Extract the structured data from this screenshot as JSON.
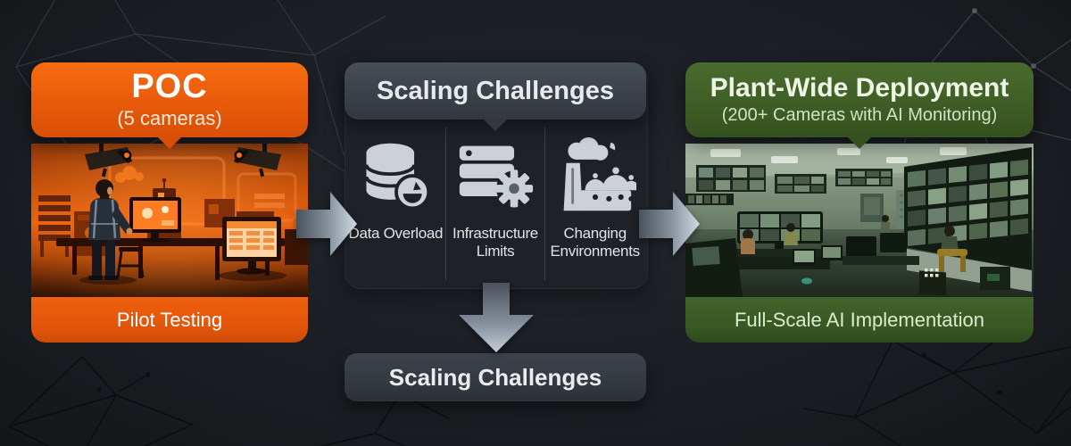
{
  "poc": {
    "title": "POC",
    "subtitle": "(5 cameras)",
    "caption": "Pilot Testing",
    "illustration": "orange control room with two cctv cameras, operator and monitors"
  },
  "challenges": {
    "title": "Scaling Challenges",
    "items": [
      {
        "icon": "database-overload-icon",
        "label": "Data Overload"
      },
      {
        "icon": "server-gear-icon",
        "label": "Infrastructure Limits"
      },
      {
        "icon": "factory-cloud-icon",
        "label": "Changing Environments"
      }
    ],
    "result_label": "Scaling Challenges"
  },
  "deployment": {
    "title": "Plant-Wide Deployment",
    "subtitle": "(200+ Cameras with AI Monitoring)",
    "caption": "Full-Scale AI Implementation",
    "illustration": "green-tinted control room with video walls and operators"
  },
  "icons": {
    "flow_right": "arrow-right-icon",
    "flow_down": "arrow-down-icon"
  },
  "colors": {
    "background": "#1b1e23",
    "orange": "#e8590c",
    "orange_dark": "#cf4b07",
    "green": "#3f5e26",
    "green_dark": "#2e4a1c",
    "panel": "#1e2227",
    "panel_header": "#3a4047",
    "icon_light": "#cbd1d6",
    "arrow_light": "#d2dbe4",
    "arrow_dark": "#4a525c",
    "text_light": "#e8ebee"
  }
}
